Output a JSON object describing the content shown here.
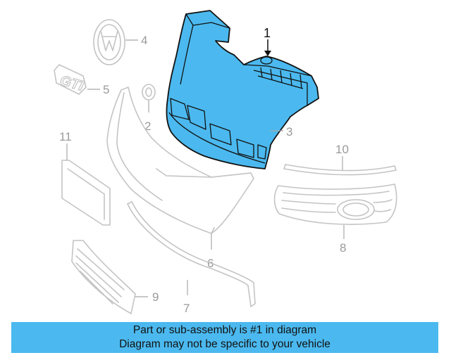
{
  "callouts": {
    "c1": "1",
    "c2": "2",
    "c3": "3",
    "c4": "4",
    "c5": "5",
    "c6": "6",
    "c7": "7",
    "c8": "8",
    "c9": "9",
    "c10": "10",
    "c11": "11"
  },
  "badge": {
    "text": "GTI"
  },
  "footer": {
    "line1": "Part or sub-assembly is #1 in diagram",
    "line2": "Diagram may not be specific to your vehicle"
  },
  "colors": {
    "highlight": "#4bb9ef",
    "footer_bg": "#4bb9ef",
    "ghost_line": "#c4c4c4"
  }
}
